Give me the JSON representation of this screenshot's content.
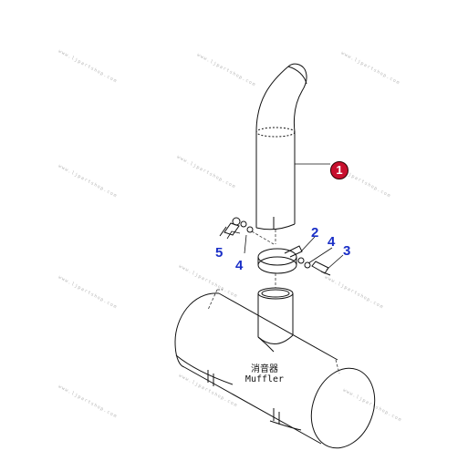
{
  "diagram": {
    "muffler_label_cjk": "消音器",
    "muffler_label": "Muffler",
    "badge_number": "1",
    "callouts": [
      "2",
      "3",
      "4",
      "4",
      "5"
    ],
    "accent_color": "#1a2fc7",
    "badge_color": "#c8102e",
    "watermark_text": "www.ljpartshop.com"
  }
}
